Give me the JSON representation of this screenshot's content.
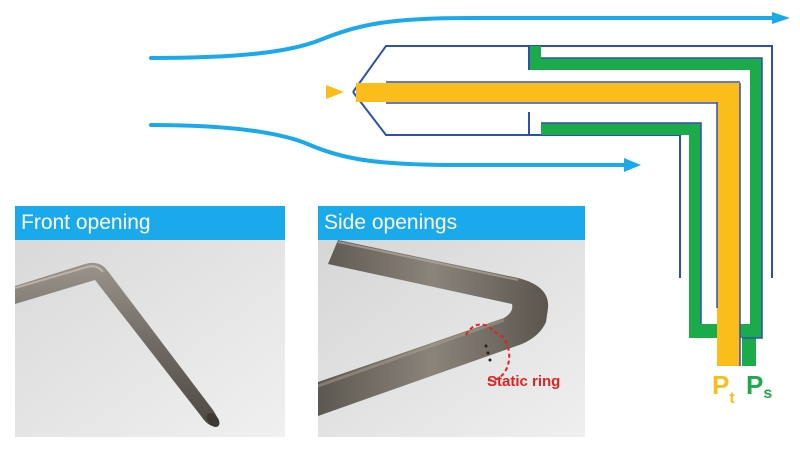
{
  "panels": {
    "front": {
      "title": "Front opening"
    },
    "side": {
      "title": "Side openings"
    }
  },
  "annotations": {
    "static_ring": "Static ring"
  },
  "pressure_labels": {
    "total": {
      "letter": "P",
      "subscript": "t"
    },
    "static": {
      "letter": "P",
      "subscript": "s"
    }
  },
  "colors": {
    "flow": "#1aa9ea",
    "total_pressure": "#fbbd1a",
    "static_pressure": "#1cab4b",
    "outline": "#2f4fb5",
    "annotation": "#e0231f",
    "header": "#1aa9ea"
  }
}
